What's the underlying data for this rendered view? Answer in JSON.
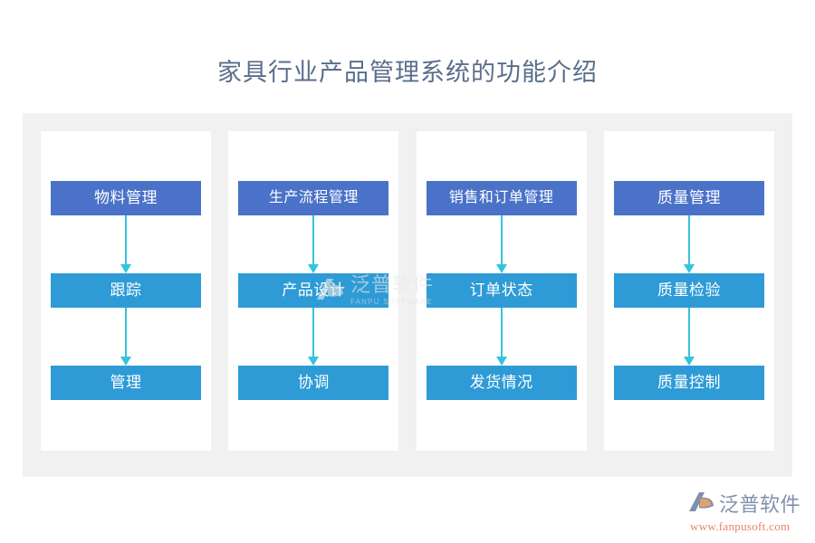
{
  "page": {
    "title": "家具行业产品管理系统的功能介绍"
  },
  "colors": {
    "level_0_box": "#4a72c8",
    "level_1_box": "#2e9bd6",
    "level_2_box": "#2e9bd6",
    "arrow": "#35c3dd",
    "panel_background": "#f1f1f1",
    "card_background": "#ffffff",
    "title_text": "#5a6e8c",
    "brand_text": "#8190ac",
    "brand_url": "#e8826a"
  },
  "diagram": {
    "type": "flowchart",
    "columns": [
      {
        "id": "materials",
        "nodes": [
          {
            "label": "物料管理",
            "level": 0
          },
          {
            "label": "跟踪",
            "level": 1
          },
          {
            "label": "管理",
            "level": 2
          }
        ]
      },
      {
        "id": "production",
        "nodes": [
          {
            "label": "生产流程管理",
            "level": 0
          },
          {
            "label": "产品设计",
            "level": 1
          },
          {
            "label": "协调",
            "level": 2
          }
        ]
      },
      {
        "id": "sales-orders",
        "nodes": [
          {
            "label": "销售和订单管理",
            "level": 0
          },
          {
            "label": "订单状态",
            "level": 1
          },
          {
            "label": "发货情况",
            "level": 2
          }
        ]
      },
      {
        "id": "quality",
        "nodes": [
          {
            "label": "质量管理",
            "level": 0
          },
          {
            "label": "质量检验",
            "level": 1
          },
          {
            "label": "质量控制",
            "level": 2
          }
        ]
      }
    ]
  },
  "watermark": {
    "cn": "泛普软件",
    "en": "FANPU SOFTWARE"
  },
  "brand": {
    "name": "泛普软件",
    "url": "www.fanpusoft.com"
  }
}
